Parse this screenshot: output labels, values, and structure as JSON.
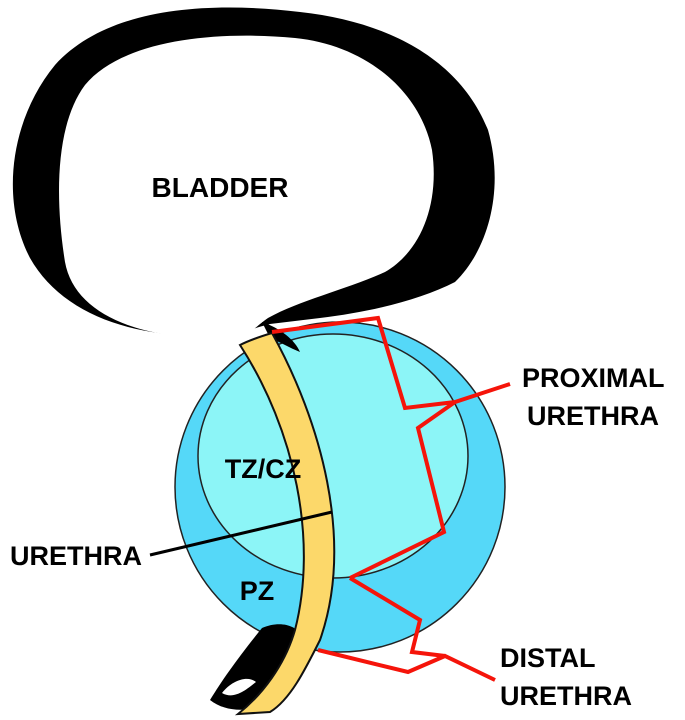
{
  "labels": {
    "bladder": "BLADDER",
    "tz_cz": "TZ/CZ",
    "pz": "PZ",
    "urethra": "URETHRA",
    "proximal_line1": "PROXIMAL",
    "proximal_line2": "URETHRA",
    "distal_line1": "DISTAL",
    "distal_line2": "URETHRA"
  },
  "colors": {
    "bladder_wall": "#000000",
    "peripheral_zone": "#55d8f8",
    "transition_zone": "#8cf5f7",
    "urethra": "#fcd86a",
    "bracket": "#f5140a"
  }
}
